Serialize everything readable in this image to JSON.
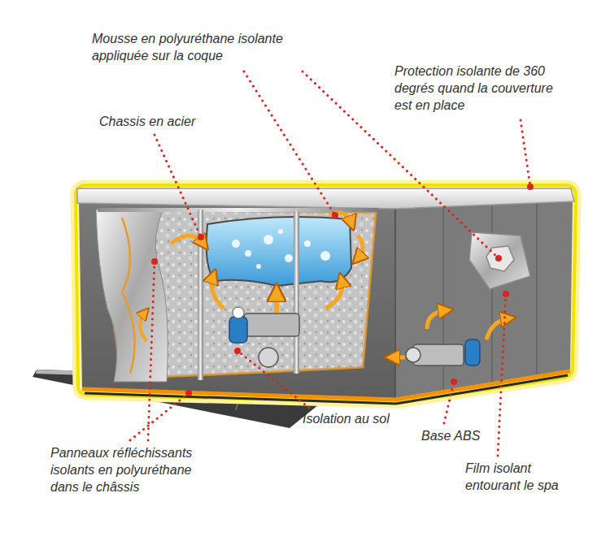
{
  "diagram": {
    "labels": [
      "Mousse en polyuréthane isolante appliquée sur la coque",
      "Protection isolante de 360 degrés quand la couverture est en place",
      "Chassis en acier",
      "Isolation au sol",
      "Base ABS",
      "Panneaux réfléchissants isolants en polyuréthane dans le châssis",
      "Film isolant entourant le spa"
    ]
  }
}
